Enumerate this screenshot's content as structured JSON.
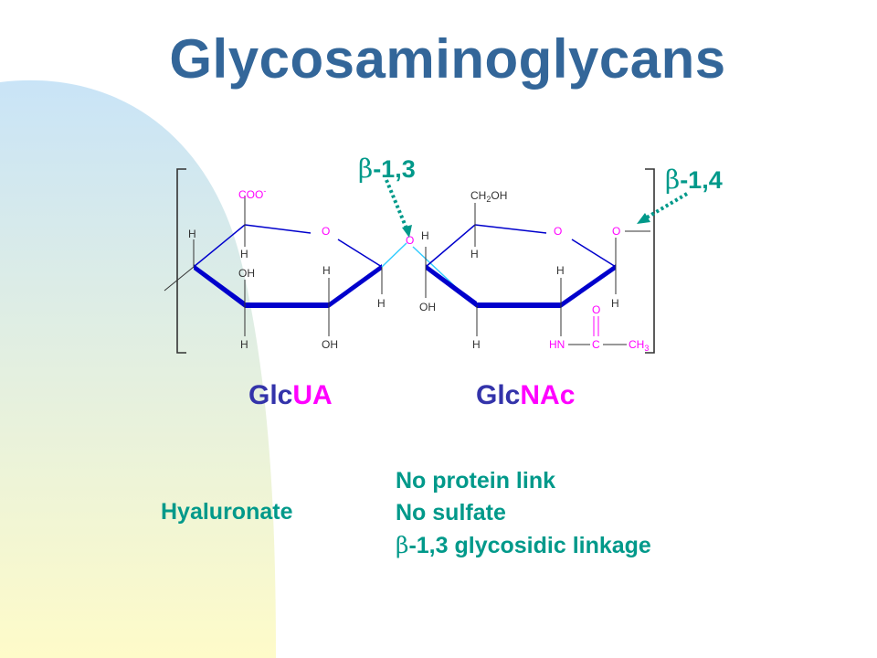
{
  "slide": {
    "title": "Glycosaminoglycans",
    "background_gradient": [
      "#c9e4f7",
      "#fefbc9"
    ],
    "title_color": "#336699",
    "accent_color": "#00998a"
  },
  "structure": {
    "atom_color": "#ff00ff",
    "bond_color": "#0000cc",
    "linkage_bond_color": "#33ccff",
    "glcua": {
      "label_prefix": "Glc",
      "label_suffix": "UA",
      "atoms": {
        "carboxyl": "COO",
        "carboxyl_charge": "-",
        "ring_o": "O",
        "h_left": "H",
        "h_c5": "H",
        "oh_c3": "OH",
        "h_c2": "H",
        "h_c1": "H",
        "h_c4": "H",
        "oh_c2": "OH"
      }
    },
    "glcnac": {
      "label_prefix": "Glc",
      "label_suffix": "NAc",
      "atoms": {
        "glycosidic_o": "O",
        "h_top": "H",
        "ch2oh_prefix": "CH",
        "ch2oh_sub": "2",
        "ch2oh_suffix": "OH",
        "ring_o": "O",
        "h_c5": "H",
        "oh_c3": "OH",
        "h_c3": "H",
        "h_c2": "H",
        "carbonyl_o": "O",
        "amide_n": "HN",
        "amide_c": "C",
        "methyl_prefix": "CH",
        "methyl_sub": "3",
        "bridge_o": "O",
        "h_c1": "H"
      }
    },
    "linkages": {
      "beta13": {
        "symbol": "β",
        "text": "-1,3"
      },
      "beta14": {
        "symbol": "β",
        "text": "-1,4"
      }
    }
  },
  "description": {
    "name": "Hyaluronate",
    "properties": [
      {
        "symbol": "",
        "text": "No protein link"
      },
      {
        "symbol": "",
        "text": "No sulfate"
      },
      {
        "symbol": "β",
        "text": "-1,3 glycosidic linkage"
      }
    ]
  }
}
